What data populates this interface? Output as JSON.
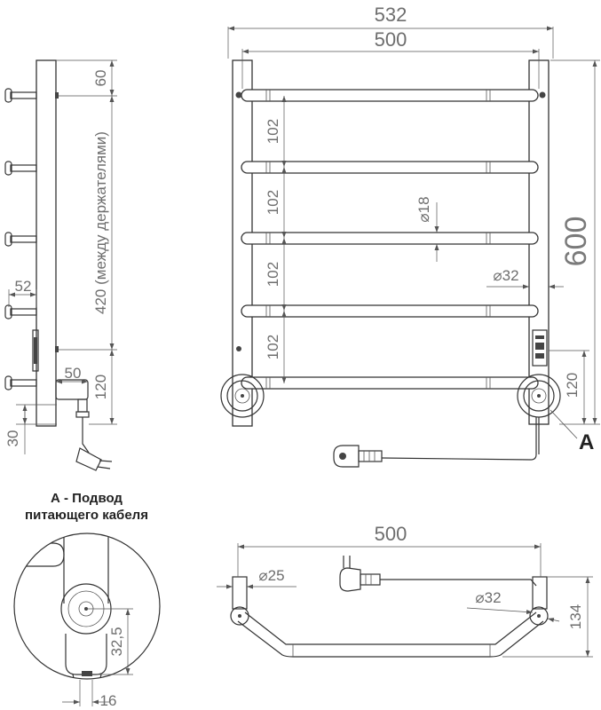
{
  "front_view": {
    "overall_width": "532",
    "inner_width": "500",
    "height": "600",
    "spacing_1": "102",
    "spacing_2": "102",
    "spacing_3": "102",
    "spacing_4": "102",
    "rung_diameter": "⌀18",
    "post_diameter": "⌀32",
    "bottom_height": "120",
    "callout_label": "A"
  },
  "side_view": {
    "top_offset": "60",
    "holder_span": "420 (между держателями)",
    "bottom_height": "120",
    "depth": "52",
    "cable_offset": "50",
    "base_drop": "30"
  },
  "top_view": {
    "width": "500",
    "bracket_diameter": "⌀25",
    "post_diameter": "⌀32",
    "depth": "134"
  },
  "detail_a": {
    "caption_line1": "А - Подвод",
    "caption_line2": "питающего кабеля",
    "offset_vertical": "32,5",
    "offset_horizontal": "16"
  },
  "colors": {
    "line": "#333333",
    "dimension_text": "#6e6e6e"
  }
}
